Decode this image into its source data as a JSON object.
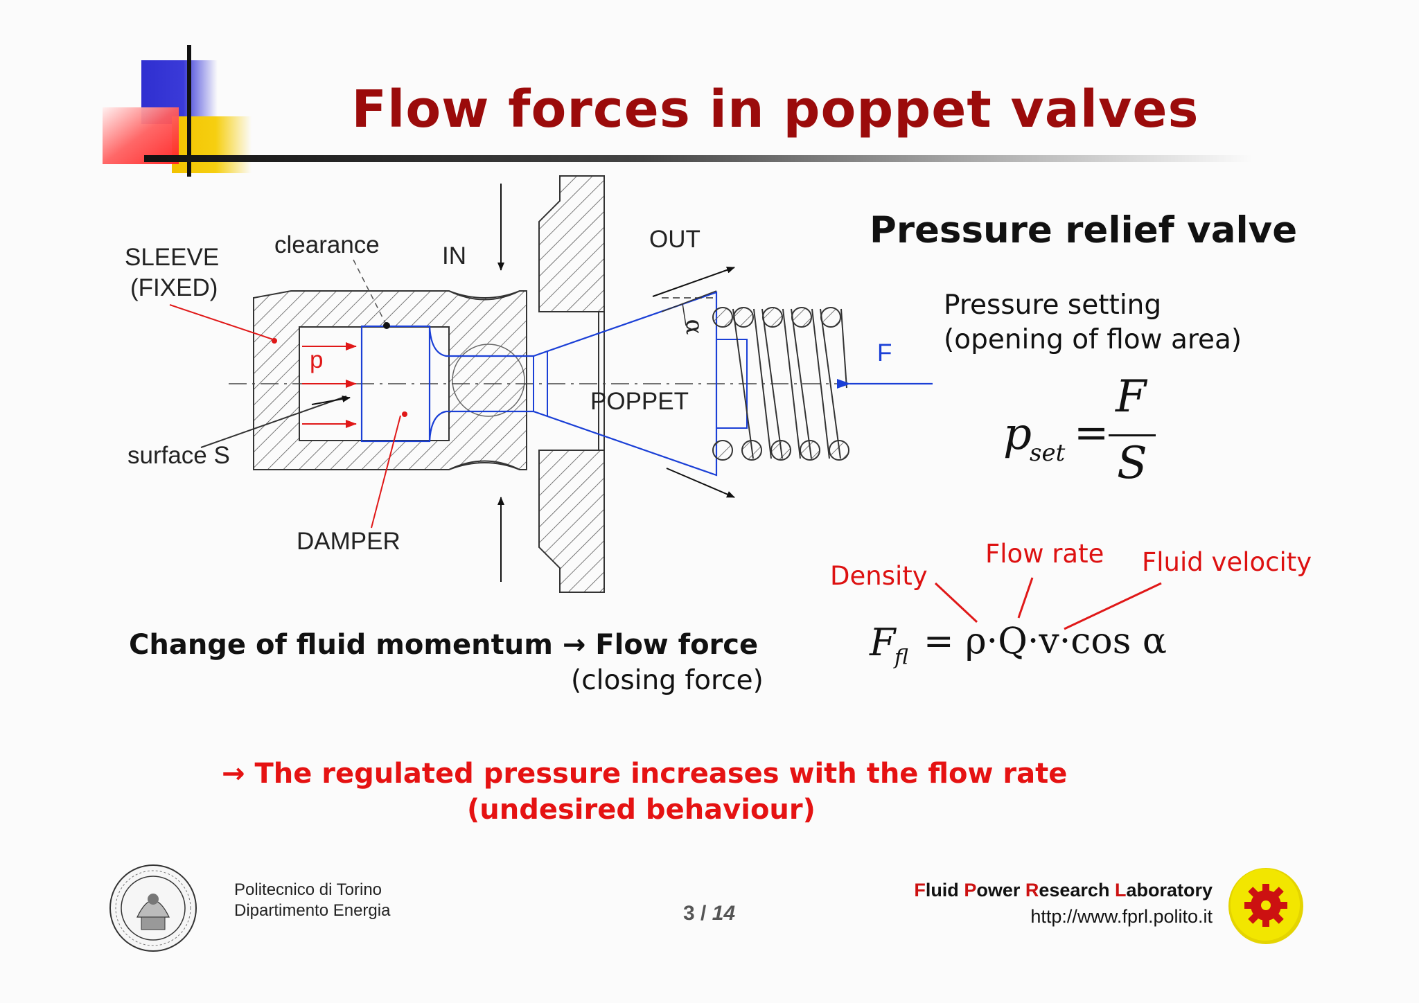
{
  "slide": {
    "title": "Flow forces in poppet valves"
  },
  "diagram": {
    "labels": {
      "sleeve": "SLEEVE",
      "fixed": "(FIXED)",
      "clearance": "clearance",
      "in": "IN",
      "out": "OUT",
      "p": "p",
      "poppet": "POPPET",
      "alpha": "α",
      "force": "F",
      "surface": "surface S",
      "damper": "DAMPER"
    },
    "colors": {
      "outline": "#333333",
      "poppet": "#1a3fd6",
      "annotation": "#e01818"
    }
  },
  "right_panel": {
    "heading": "Pressure relief valve",
    "setting_line1": "Pressure setting",
    "setting_line2": "(opening of flow area)",
    "pset_formula": {
      "lhs_base": "p",
      "lhs_sub": "set",
      "equals": "=",
      "numerator": "F",
      "denominator": "S"
    },
    "flow_labels": {
      "density": "Density",
      "flow_rate": "Flow rate",
      "fluid_velocity": "Fluid velocity"
    },
    "flow_formula": {
      "lhs_base": "F",
      "lhs_sub": "fl",
      "rhs": "= ρ·Q·v·cos α"
    }
  },
  "momentum": {
    "line1": "Change of fluid momentum → Flow force",
    "line2": "(closing force)"
  },
  "conclusion": {
    "line1": "→  The regulated pressure increases with the flow rate",
    "line2": "(undesired behaviour)"
  },
  "footer": {
    "institution_line1": "Politecnico di Torino",
    "institution_line2": "Dipartimento Energia",
    "page_current": "3",
    "page_separator": "/",
    "page_total": "14",
    "lab_name_initials": [
      "F",
      "P",
      "R",
      "L"
    ],
    "lab_name_words": [
      "luid ",
      "ower ",
      "esearch ",
      "aboratory"
    ],
    "lab_url": "http://www.fprl.polito.it",
    "accent_color": "#cc1111"
  }
}
